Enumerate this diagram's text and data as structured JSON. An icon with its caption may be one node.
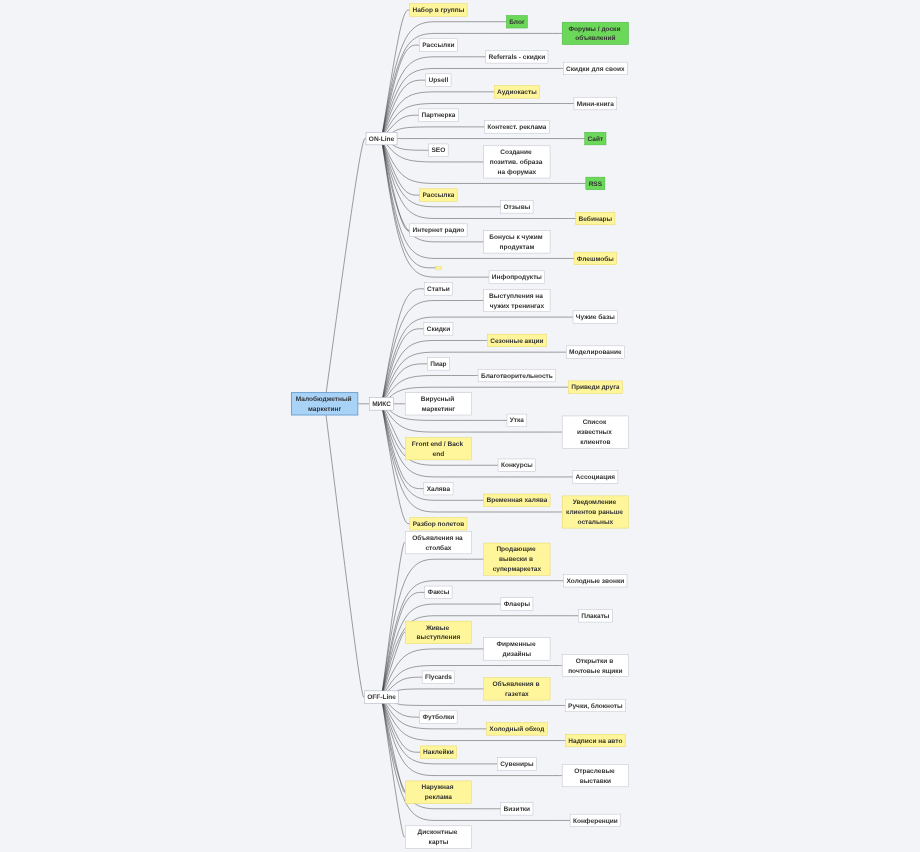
{
  "diagram": {
    "nodes": [
      {
        "text": [
          "Малобюджетный маркетинг"
        ]
      },
      {
        "text": [
          "ON-Line"
        ]
      },
      {
        "text": [
          "Набор в группы"
        ]
      },
      {
        "text": [
          "Блог"
        ]
      },
      {
        "text": [
          "Форумы / доски объявлений"
        ]
      },
      {
        "text": [
          "Рассылки"
        ]
      },
      {
        "text": [
          "Referrals - скидки"
        ]
      },
      {
        "text": [
          "Скидки для своих"
        ]
      },
      {
        "text": [
          "Upsell"
        ]
      },
      {
        "text": [
          "Аудиокасты"
        ]
      },
      {
        "text": [
          "Мини-книга"
        ]
      },
      {
        "text": [
          "Партнерка"
        ]
      },
      {
        "text": [
          "Контекст. реклама"
        ]
      },
      {
        "text": [
          "Сайт"
        ]
      },
      {
        "text": [
          "SEO"
        ]
      },
      {
        "text": [
          "Создание позитив. образа на форумах"
        ]
      },
      {
        "text": [
          "RSS"
        ]
      },
      {
        "text": [
          "Рассылка"
        ]
      },
      {
        "text": [
          "Отзывы"
        ]
      },
      {
        "text": [
          "Вебинары"
        ]
      },
      {
        "text": [
          "Интернет радио"
        ]
      },
      {
        "text": [
          "Бонусы к чужим продуктам"
        ]
      },
      {
        "text": [
          "Флешмобы"
        ]
      },
      {
        "text": [],
        "shape": "box"
      },
      {
        "text": [
          "Инфопродукты"
        ]
      },
      {
        "text": [
          "МИКС"
        ]
      },
      {
        "text": [
          "Статьи"
        ]
      },
      {
        "text": [
          "Выступления на чужих тренингах"
        ]
      },
      {
        "text": [
          "Чужие базы"
        ]
      },
      {
        "text": [
          "Скидки"
        ]
      },
      {
        "text": [
          "Сезонные акции"
        ]
      },
      {
        "text": [
          "Моделирование"
        ]
      },
      {
        "text": [
          "Пиар"
        ]
      },
      {
        "text": [
          "Благотворительность"
        ]
      },
      {
        "text": [
          "Приведи друга"
        ]
      },
      {
        "text": [
          "Вирусный маркетинг"
        ]
      },
      {
        "text": [
          "Утка"
        ]
      },
      {
        "text": [
          "Список известных клиентов"
        ]
      },
      {
        "text": [
          "Front end / Back end"
        ]
      },
      {
        "text": [
          "Конкурсы"
        ]
      },
      {
        "text": [
          "Ассоциация"
        ]
      },
      {
        "text": [
          "Халява"
        ]
      },
      {
        "text": [
          "Временная халява"
        ]
      },
      {
        "text": [
          "Уведомление клиентов раньше остальных"
        ]
      },
      {
        "text": [
          "Разбор полетов"
        ]
      },
      {
        "text": [
          "OFF-Line"
        ]
      },
      {
        "text": [
          "Объявления на столбах"
        ]
      },
      {
        "text": [
          "Продающие вывески в супермаркетах"
        ]
      },
      {
        "text": [
          "Холодные звонки"
        ]
      },
      {
        "text": [
          "Факсы"
        ]
      },
      {
        "text": [
          "Флаеры"
        ]
      },
      {
        "text": [
          "Плакаты"
        ]
      },
      {
        "text": [
          "Живые выступления"
        ]
      },
      {
        "text": [
          "Фирменные дизайны"
        ]
      },
      {
        "text": [
          "Открытки в почтовые ящики"
        ]
      },
      {
        "text": [
          "Flycards"
        ]
      },
      {
        "text": [
          "Объявления в газетах"
        ]
      },
      {
        "text": [
          "Ручки, блокноты"
        ]
      },
      {
        "text": [
          "Футболки"
        ]
      },
      {
        "text": [
          "Холодный обход"
        ]
      },
      {
        "text": [
          "Надписи на авто"
        ]
      },
      {
        "text": [
          "Наклейки"
        ]
      },
      {
        "text": [
          "Сувениры"
        ]
      },
      {
        "text": [
          "Отраслевые выставки"
        ]
      },
      {
        "text": [
          "Наружная реклама"
        ]
      },
      {
        "text": [
          "Визитки"
        ]
      },
      {
        "text": [
          "Конференции"
        ]
      },
      {
        "text": [
          "Дисконтные карты"
        ]
      }
    ],
    "edges": [
      {
        "from": 0,
        "to": 1,
        "arrow": "none"
      },
      {
        "from": 0,
        "to": 25,
        "arrow": "none"
      },
      {
        "from": 0,
        "to": 45,
        "arrow": "none"
      },
      {
        "from": 1,
        "to": 2,
        "arrow": "none"
      },
      {
        "from": 1,
        "to": 3,
        "arrow": "none"
      },
      {
        "from": 1,
        "to": 4,
        "arrow": "none"
      },
      {
        "from": 1,
        "to": 5,
        "arrow": "none"
      },
      {
        "from": 1,
        "to": 6,
        "arrow": "none"
      },
      {
        "from": 1,
        "to": 7,
        "arrow": "none"
      },
      {
        "from": 1,
        "to": 8,
        "arrow": "none"
      },
      {
        "from": 1,
        "to": 9,
        "arrow": "none"
      },
      {
        "from": 1,
        "to": 10,
        "arrow": "none"
      },
      {
        "from": 1,
        "to": 11,
        "arrow": "none"
      },
      {
        "from": 1,
        "to": 12,
        "arrow": "none"
      },
      {
        "from": 1,
        "to": 13,
        "arrow": "none"
      },
      {
        "from": 1,
        "to": 14,
        "arrow": "none"
      },
      {
        "from": 1,
        "to": 15,
        "arrow": "none"
      },
      {
        "from": 1,
        "to": 16,
        "arrow": "none"
      },
      {
        "from": 1,
        "to": 17,
        "arrow": "none"
      },
      {
        "from": 1,
        "to": 18,
        "arrow": "none"
      },
      {
        "from": 1,
        "to": 19,
        "arrow": "none"
      },
      {
        "from": 1,
        "to": 20,
        "arrow": "none"
      },
      {
        "from": 1,
        "to": 21,
        "arrow": "none"
      },
      {
        "from": 1,
        "to": 22,
        "arrow": "none"
      },
      {
        "from": 1,
        "to": 23,
        "arrow": "none"
      },
      {
        "from": 1,
        "to": 24,
        "arrow": "none"
      },
      {
        "from": 25,
        "to": 26,
        "arrow": "none"
      },
      {
        "from": 25,
        "to": 27,
        "arrow": "none"
      },
      {
        "from": 25,
        "to": 28,
        "arrow": "none"
      },
      {
        "from": 25,
        "to": 29,
        "arrow": "none"
      },
      {
        "from": 25,
        "to": 30,
        "arrow": "none"
      },
      {
        "from": 25,
        "to": 31,
        "arrow": "none"
      },
      {
        "from": 25,
        "to": 32,
        "arrow": "none"
      },
      {
        "from": 25,
        "to": 33,
        "arrow": "none"
      },
      {
        "from": 25,
        "to": 34,
        "arrow": "none"
      },
      {
        "from": 25,
        "to": 35,
        "arrow": "none"
      },
      {
        "from": 25,
        "to": 36,
        "arrow": "none"
      },
      {
        "from": 25,
        "to": 37,
        "arrow": "none"
      },
      {
        "from": 25,
        "to": 38,
        "arrow": "none"
      },
      {
        "from": 25,
        "to": 39,
        "arrow": "none"
      },
      {
        "from": 25,
        "to": 40,
        "arrow": "none"
      },
      {
        "from": 25,
        "to": 41,
        "arrow": "none"
      },
      {
        "from": 25,
        "to": 42,
        "arrow": "none"
      },
      {
        "from": 25,
        "to": 43,
        "arrow": "none"
      },
      {
        "from": 25,
        "to": 44,
        "arrow": "none"
      },
      {
        "from": 45,
        "to": 46,
        "arrow": "none"
      },
      {
        "from": 45,
        "to": 47,
        "arrow": "none"
      },
      {
        "from": 45,
        "to": 48,
        "arrow": "none"
      },
      {
        "from": 45,
        "to": 49,
        "arrow": "none"
      },
      {
        "from": 45,
        "to": 50,
        "arrow": "none"
      },
      {
        "from": 45,
        "to": 51,
        "arrow": "none"
      },
      {
        "from": 45,
        "to": 52,
        "arrow": "none"
      },
      {
        "from": 45,
        "to": 53,
        "arrow": "none"
      },
      {
        "from": 45,
        "to": 54,
        "arrow": "none"
      },
      {
        "from": 45,
        "to": 55,
        "arrow": "none"
      },
      {
        "from": 45,
        "to": 56,
        "arrow": "none"
      },
      {
        "from": 45,
        "to": 57,
        "arrow": "none"
      },
      {
        "from": 45,
        "to": 58,
        "arrow": "none"
      },
      {
        "from": 45,
        "to": 59,
        "arrow": "none"
      },
      {
        "from": 45,
        "to": 60,
        "arrow": "none"
      },
      {
        "from": 45,
        "to": 61,
        "arrow": "none"
      },
      {
        "from": 45,
        "to": 62,
        "arrow": "none"
      },
      {
        "from": 45,
        "to": 63,
        "arrow": "none"
      },
      {
        "from": 45,
        "to": 64,
        "arrow": "none"
      },
      {
        "from": 45,
        "to": 65,
        "arrow": "none"
      },
      {
        "from": 45,
        "to": 66,
        "arrow": "none"
      },
      {
        "from": 45,
        "to": 67,
        "arrow": "none"
      }
    ]
  }
}
